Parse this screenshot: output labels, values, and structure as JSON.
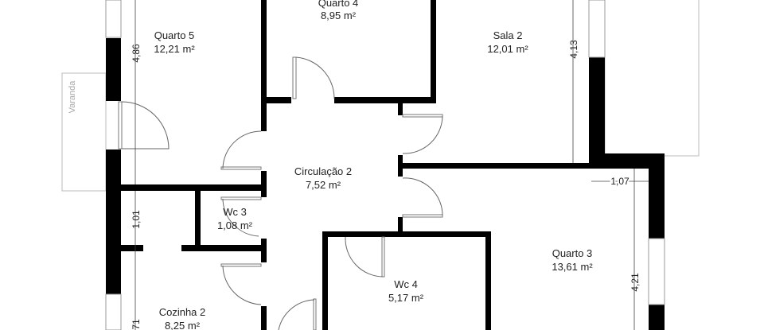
{
  "rooms": [
    {
      "name": "Quarto 4",
      "area": "8,95 m²"
    },
    {
      "name": "Quarto 5",
      "area": "12,21 m²"
    },
    {
      "name": "Sala 2",
      "area": "12,01 m²"
    },
    {
      "name": "Circulação 2",
      "area": "7,52 m²"
    },
    {
      "name": "Wc 3",
      "area": "1,08 m²"
    },
    {
      "name": "Quarto 3",
      "area": "13,61 m²"
    },
    {
      "name": "Wc 4",
      "area": "5,17 m²"
    },
    {
      "name": "Cozinha 2",
      "area": "8,25 m²"
    }
  ],
  "balcony": "Varanda",
  "dimensions": [
    "4,86",
    "1,01",
    "71",
    "4,13",
    "1,07",
    "4,21"
  ],
  "colors": {
    "wall": "#000000",
    "line": "#666666",
    "balcony": "#bbbbbb"
  }
}
